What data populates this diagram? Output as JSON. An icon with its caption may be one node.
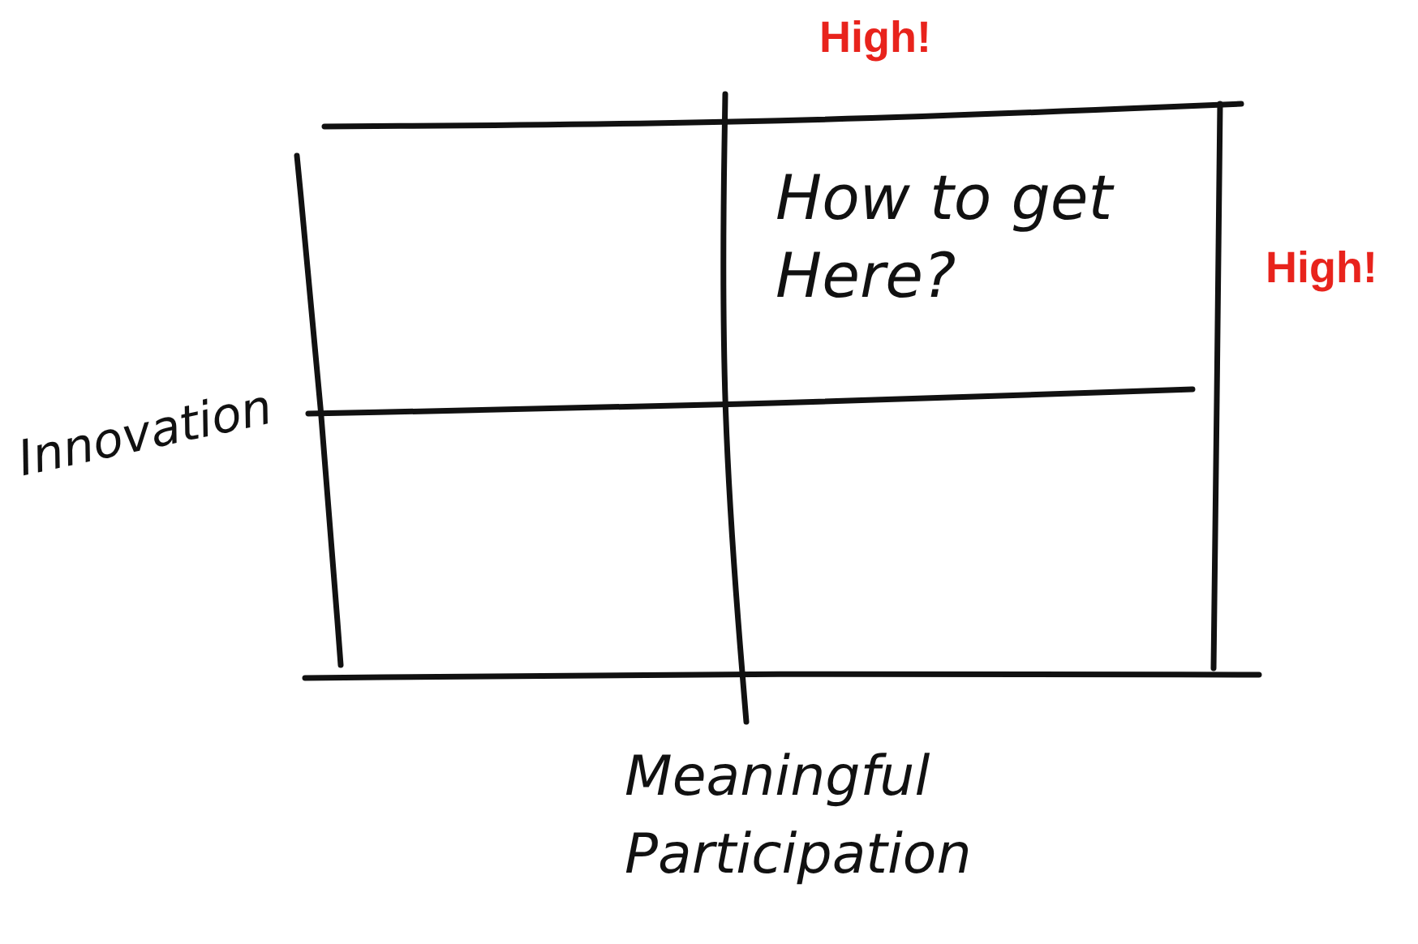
{
  "diagram": {
    "labels": [
      "High!",
      "How to get Here?",
      "High!",
      "Innovation",
      "Meaningful Participation"
    ]
  }
}
